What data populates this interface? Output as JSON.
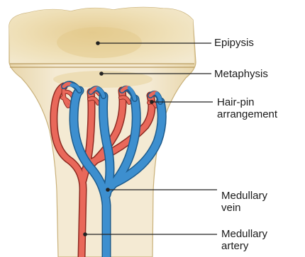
{
  "labels": {
    "epiphysis": "Epipysis",
    "metaphysis": "Metaphysis",
    "hairpin_line1": "Hair-pin",
    "hairpin_line2": "arrangement",
    "vein_line1": "Medullary",
    "vein_line2": "vein",
    "artery_line1": "Medullary",
    "artery_line2": "artery"
  },
  "colors": {
    "bone": "#efe3c2",
    "bone_shade": "#e3cc97",
    "artery": "#e9685a",
    "vein": "#3d8fcf",
    "leader": "#222222"
  }
}
